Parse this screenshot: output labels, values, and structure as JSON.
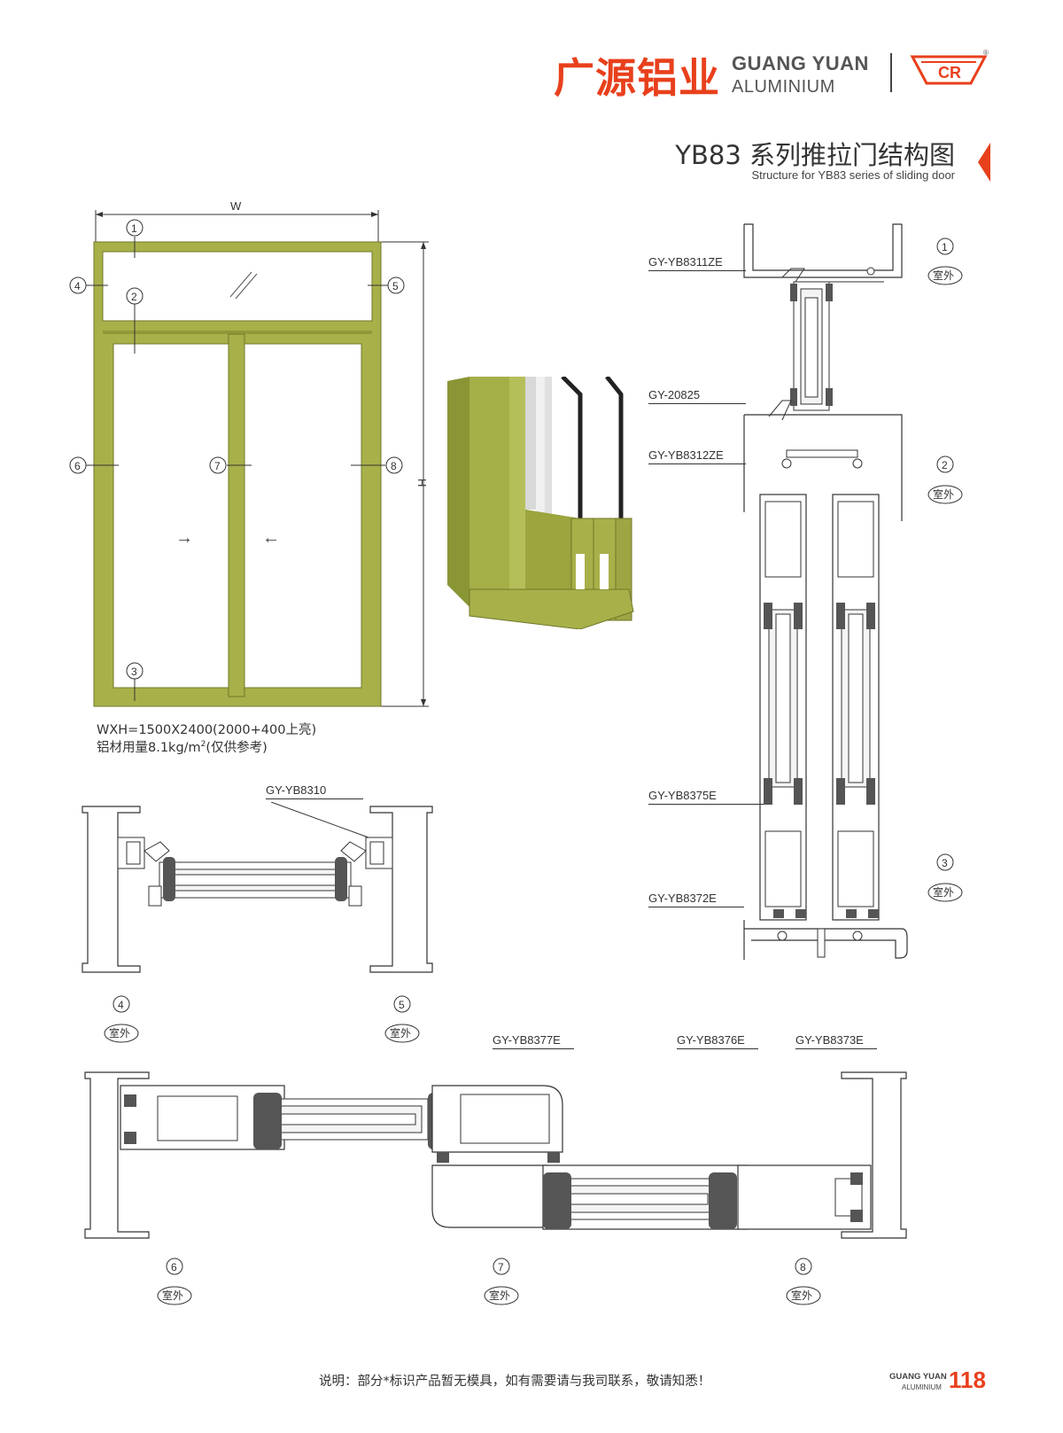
{
  "header": {
    "brand_cn": "广源铝业",
    "brand_en_line1": "GUANG YUAN",
    "brand_en_line2": "ALUMINIUM",
    "registered_mark": "®"
  },
  "title": {
    "cn": "YB83 系列推拉门结构图",
    "en": "Structure for YB83 series of sliding door"
  },
  "elevation": {
    "width_label": "W",
    "height_label": "H",
    "markers": [
      "1",
      "2",
      "3",
      "4",
      "5",
      "6",
      "7",
      "8"
    ],
    "arrows": [
      "→",
      "←"
    ]
  },
  "spec": {
    "size_line": "WXH=1500X2400(2000+400上亮)",
    "usage_line_prefix": "铝材用量8.1kg/m",
    "usage_sup": "2",
    "usage_line_suffix": "(仅供参考)"
  },
  "profiles": {
    "p1": "GY-YB8311ZE",
    "p2": "GY-20825",
    "p3": "GY-YB8312ZE",
    "p4": "GY-YB8375E",
    "p5": "GY-YB8372E",
    "p6": "GY-YB8310",
    "p7": "GY-YB8377E",
    "p8": "GY-YB8376E",
    "p9": "GY-YB8373E"
  },
  "section_markers": {
    "s1": "1",
    "s2": "2",
    "s3": "3",
    "s4": "4",
    "s5": "5",
    "s6": "6",
    "s7": "7",
    "s8": "8"
  },
  "outside_tag": "室外",
  "footer": {
    "note": "说明：部分*标识产品暂无模具，如有需要请与我司联系，敬请知悉！",
    "brand1": "GUANG YUAN",
    "brand2": "ALUMINIUM",
    "page_number": "118"
  },
  "colors": {
    "brand_orange": "#e8401c",
    "frame_green": "#a8b04a",
    "frame_green_dark": "#7d8530",
    "line": "#333333"
  }
}
